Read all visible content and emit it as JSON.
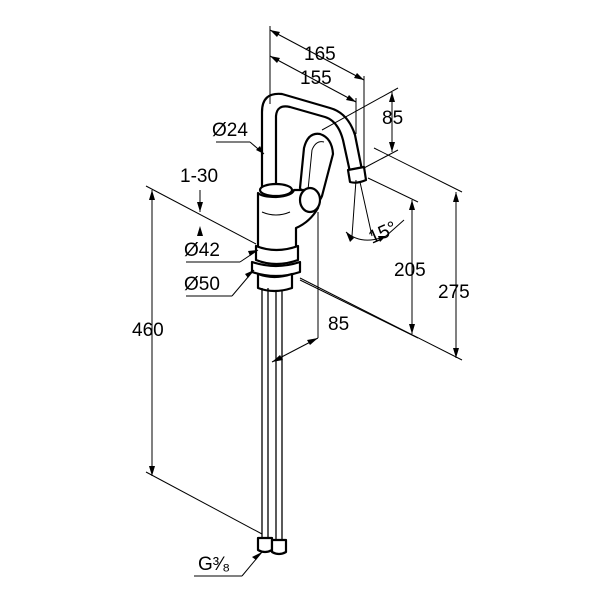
{
  "drawing": {
    "labels": {
      "width_165": "165",
      "width_155": "155",
      "height_85_top": "85",
      "dia_24": "Ø24",
      "range_1_30": "1-30",
      "dia_42": "Ø42",
      "dia_50": "Ø50",
      "angle_15": "15°",
      "height_205": "205",
      "height_275": "275",
      "depth_85": "85",
      "length_460": "460",
      "thread_g38": "G³⁄₈"
    }
  }
}
